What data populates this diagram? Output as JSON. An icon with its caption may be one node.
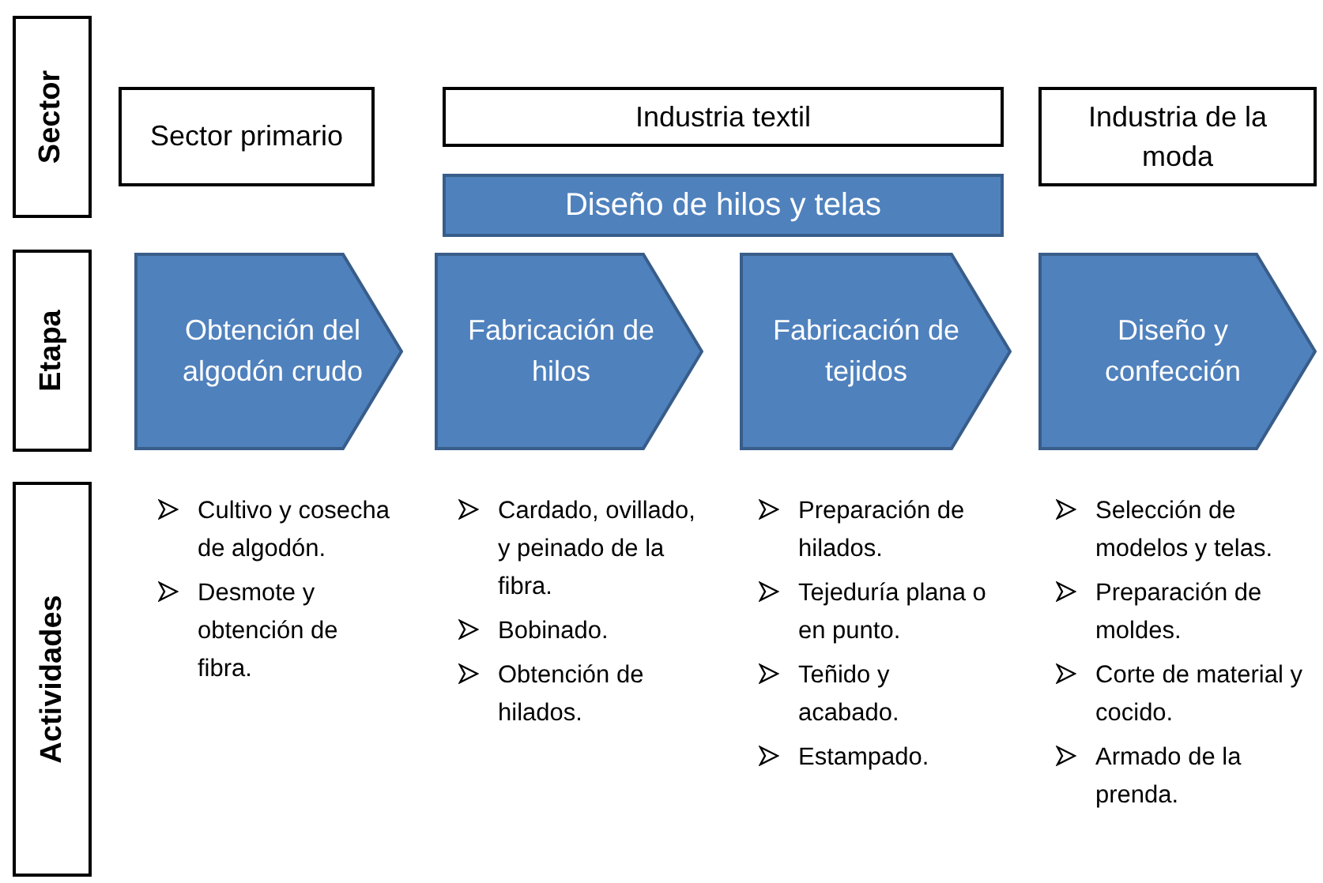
{
  "diagram": {
    "nodes": [
      {
        "text": [
          "Sector"
        ]
      },
      {
        "text": [
          "Etapa"
        ]
      },
      {
        "text": [
          "Actividades"
        ]
      },
      {
        "text": [
          "Sector primario"
        ]
      },
      {
        "text": [
          "Industria textil"
        ]
      },
      {
        "text": [
          "Industria de la moda"
        ]
      },
      {
        "text": [
          "Diseño de hilos y telas"
        ]
      },
      {
        "text": [
          "Obtención del algodón crudo"
        ]
      },
      {
        "text": [
          "Fabricación de hilos"
        ]
      },
      {
        "text": [
          "Fabricación de tejidos"
        ]
      },
      {
        "text": [
          "Diseño y confección"
        ]
      }
    ],
    "edges": [],
    "labels": [
      "Cultivo y cosecha de algodón.",
      "Desmote y obtención de fibra.",
      "Cardado, ovillado, y peinado de la fibra.",
      "Bobinado.",
      "Obtención de hilados.",
      "Preparación de hilados.",
      "Tejeduría plana o en punto.",
      "Teñido y acabado.",
      "Estampado.",
      "Selección de modelos y telas.",
      "Preparación de moldes.",
      "Corte de material y cocido.",
      "Armado de la prenda."
    ]
  }
}
